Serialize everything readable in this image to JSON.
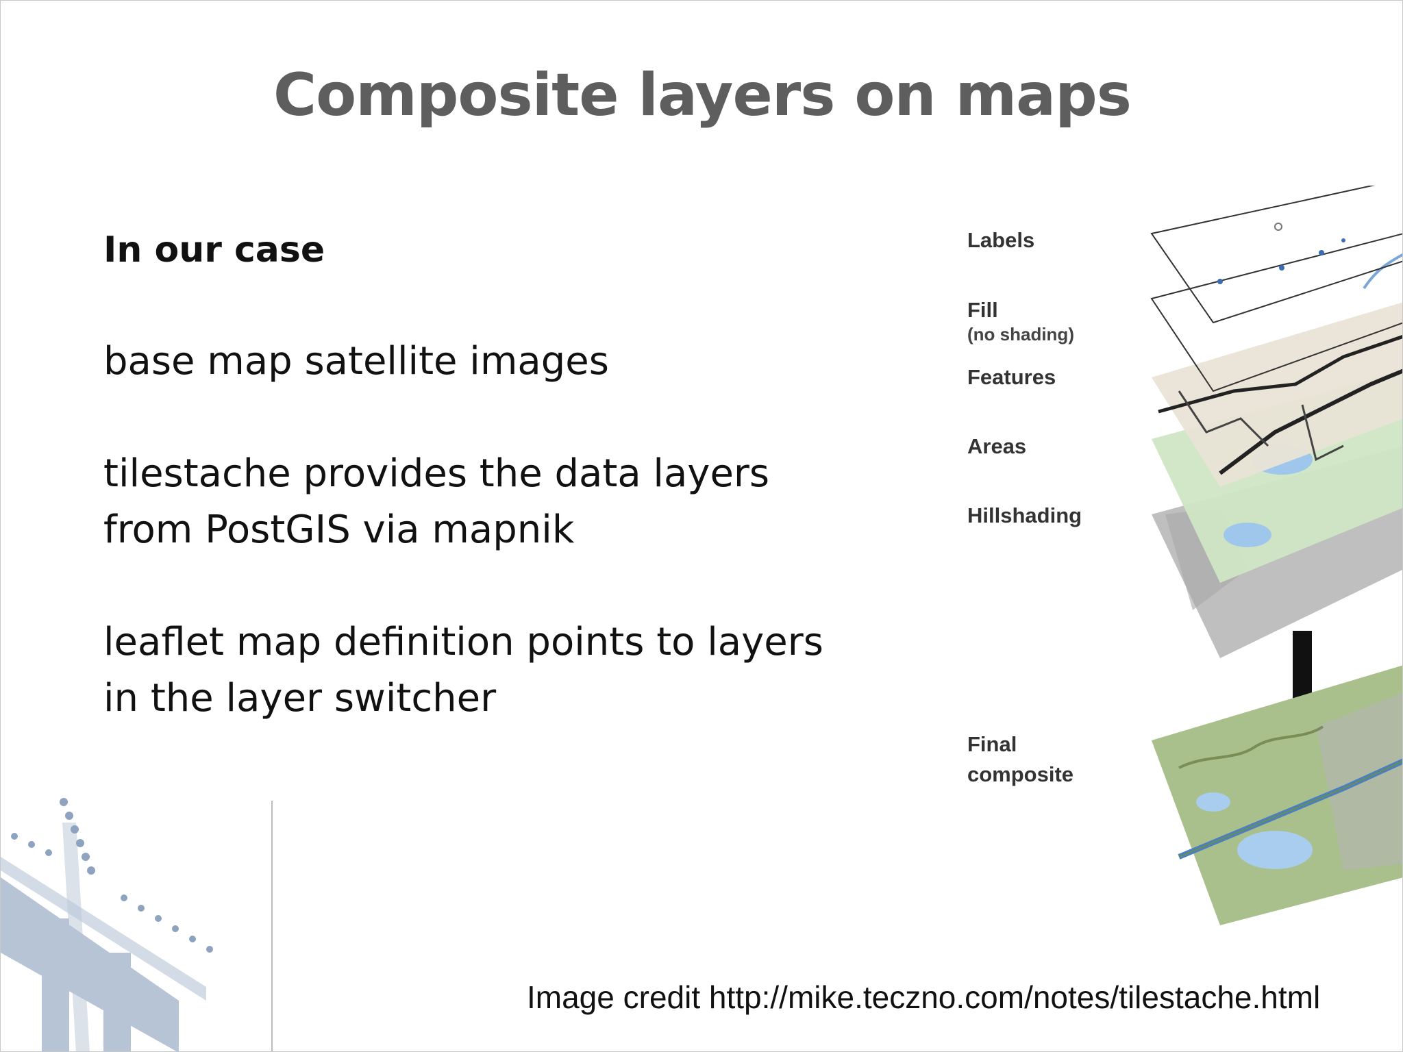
{
  "slide": {
    "title": "Composite layers on maps",
    "heading": "In our case",
    "lines": [
      "base map satellite images",
      "tilestache provides the data layers",
      "from PostGIS via mapnik",
      "leaflet map definition points to layers",
      "in the layer switcher"
    ],
    "credit": "Image credit http://mike.teczno.com/notes/tilestache.html"
  },
  "figure": {
    "labels": {
      "labels": "Labels",
      "fill": "Fill",
      "fill_note": "(no shading)",
      "features": "Features",
      "areas": "Areas",
      "hillshading": "Hillshading",
      "final_1": "Final",
      "final_2": "composite"
    }
  }
}
